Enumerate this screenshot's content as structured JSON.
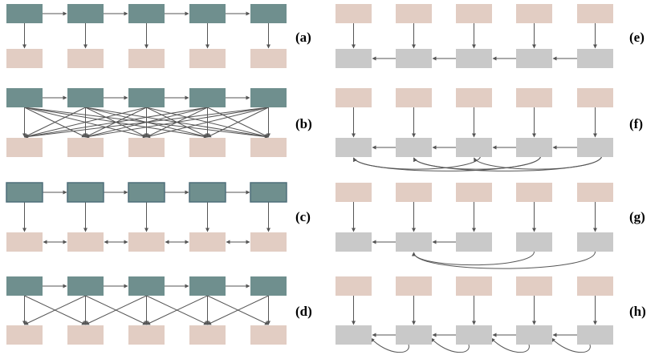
{
  "colors": {
    "teal_node": "#6f8f8e",
    "teal_border": "#4f6f7a",
    "pink_node": "#e2cdc3",
    "gray_node": "#c9c9c9",
    "edge": "#555555"
  },
  "panels": [
    {
      "id": "a",
      "label": "(a)"
    },
    {
      "id": "b",
      "label": "(b)"
    },
    {
      "id": "c",
      "label": "(c)"
    },
    {
      "id": "d",
      "label": "(d)"
    },
    {
      "id": "e",
      "label": "(e)"
    },
    {
      "id": "f",
      "label": "(f)"
    },
    {
      "id": "g",
      "label": "(g)"
    },
    {
      "id": "h",
      "label": "(h)"
    }
  ]
}
